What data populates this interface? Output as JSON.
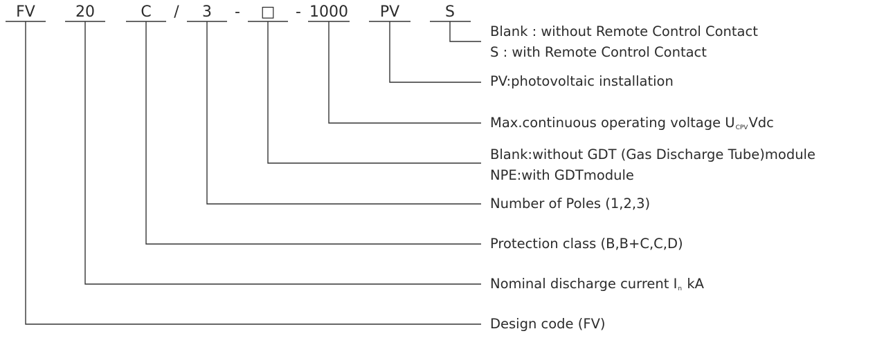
{
  "code": {
    "fv": "FV",
    "current": "20",
    "class": "C",
    "slash": "/",
    "poles": "3",
    "dash1": "-",
    "module": "□",
    "dash2": "-",
    "voltage": "1000",
    "pv": "PV",
    "remote": "S"
  },
  "descriptions": {
    "remote_blank": "Blank : without Remote Control Contact",
    "remote_s": "S : with Remote Control Contact",
    "pv": "PV:photovoltaic installation",
    "voltage_prefix": "Max.continuous operating voltage U",
    "voltage_sub": "CPV",
    "voltage_suffix": "Vdc",
    "module_blank": "Blank:without GDT (Gas Discharge Tube)module",
    "module_npe": "NPE:with GDTmodule",
    "poles": "Number of Poles (1,2,3)",
    "class": "Protection class (B,B+C,C,D)",
    "current_prefix": "Nominal discharge current I",
    "current_sub": "n",
    "current_suffix": "kA",
    "design": "Design code (FV)"
  }
}
